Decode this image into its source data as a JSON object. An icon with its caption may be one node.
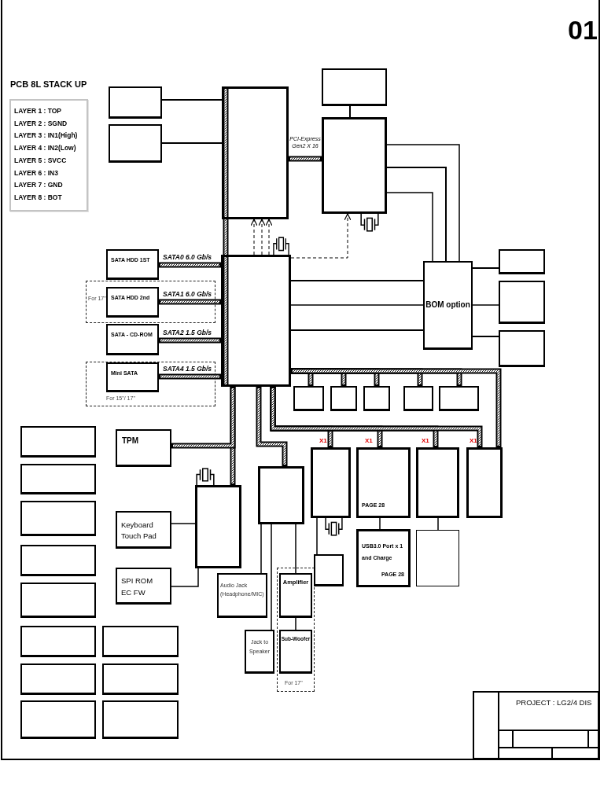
{
  "diagram": {
    "nodes": [
      {
        "text": [
          "PCB 8L STACK UP",
          "LAYER 1 : TOP",
          "LAYER 2 : SGND",
          "LAYER 3 : IN1(High)",
          "LAYER 4 : IN2(Low)",
          "LAYER 5 : SVCC",
          "LAYER 6 : IN3",
          "LAYER 7 : GND",
          "LAYER 8 : BOT"
        ]
      },
      {
        "text": [],
        "shape": "box"
      },
      {
        "text": [],
        "shape": "box"
      },
      {
        "text": [],
        "shape": "box"
      },
      {
        "text": [],
        "shape": "box"
      },
      {
        "text": [],
        "shape": "box"
      },
      {
        "text": [
          "SATA HDD 1ST"
        ]
      },
      {
        "text": [
          "For 17\""
        ]
      },
      {
        "text": [
          "SATA HDD 2nd"
        ],
        "in": 7
      },
      {
        "text": [
          "SATA - CD-ROM"
        ]
      },
      {
        "text": [
          "For 15\"/ 17\""
        ]
      },
      {
        "text": [
          "Mini SATA"
        ],
        "in": 10
      },
      {
        "text": [],
        "shape": "box"
      },
      {
        "text": [
          "BOM option"
        ]
      },
      {
        "text": [],
        "shape": "box"
      },
      {
        "text": [],
        "shape": "box"
      },
      {
        "text": [],
        "shape": "box"
      },
      {
        "text": [],
        "shape": "box"
      },
      {
        "text": [],
        "shape": "box"
      },
      {
        "text": [],
        "shape": "box"
      },
      {
        "text": [],
        "shape": "box"
      },
      {
        "text": [],
        "shape": "box"
      },
      {
        "text": [
          "TPM"
        ]
      },
      {
        "text": [],
        "shape": "box"
      },
      {
        "text": [
          "Keyboard Touch Pad"
        ]
      },
      {
        "text": [
          "SPI ROM EC FW"
        ]
      },
      {
        "text": [],
        "shape": "box"
      },
      {
        "text": [
          "Audio Jack (Headphone/MIC)"
        ]
      },
      {
        "text": [
          "Jack to Speaker"
        ]
      },
      {
        "text": [
          "For 17\""
        ]
      },
      {
        "text": [
          "Amplifier"
        ],
        "in": 29
      },
      {
        "text": [
          "Sub-Woofer"
        ],
        "in": 29
      },
      {
        "text": [],
        "shape": "box",
        "beside": [
          "X1"
        ]
      },
      {
        "text": [
          "PAGE 28"
        ],
        "beside": [
          "X1"
        ]
      },
      {
        "text": [],
        "shape": "box",
        "beside": [
          "X1"
        ]
      },
      {
        "text": [],
        "shape": "box",
        "beside": [
          "X1"
        ]
      },
      {
        "text": [],
        "shape": "box"
      },
      {
        "text": [
          "USB3.0 Port x 1 and Charge",
          "PAGE 28"
        ]
      },
      {
        "text": [],
        "shape": "box"
      },
      {
        "text": [],
        "shape": "box"
      },
      {
        "text": [],
        "shape": "box"
      },
      {
        "text": [],
        "shape": "box"
      },
      {
        "text": [],
        "shape": "box"
      },
      {
        "text": [],
        "shape": "box"
      },
      {
        "text": [],
        "shape": "box"
      },
      {
        "text": [],
        "shape": "box"
      },
      {
        "text": [],
        "shape": "box"
      },
      {
        "text": [],
        "shape": "box"
      },
      {
        "text": [],
        "shape": "box"
      },
      {
        "text": [],
        "shape": "box"
      },
      {
        "text": [
          "PROJECT : LG2/4 DIS"
        ]
      }
    ],
    "edges": [
      {
        "from": 1,
        "to": 3,
        "arrow": "none"
      },
      {
        "from": 2,
        "to": 3,
        "arrow": "none"
      },
      {
        "from": 3,
        "to": 5,
        "arrow": "none",
        "style": "thick",
        "label": "PCI-Express Gen2 X 16"
      },
      {
        "from": 4,
        "to": 5,
        "arrow": "none"
      },
      {
        "from": 3,
        "to": 12,
        "arrow": "none",
        "style": "thick"
      },
      {
        "from": 12,
        "to": 3,
        "arrow": "to",
        "style": "dashed"
      },
      {
        "from": 12,
        "to": 3,
        "arrow": "to",
        "style": "dashed"
      },
      {
        "from": 12,
        "to": 3,
        "arrow": "to",
        "style": "dashed"
      },
      {
        "from": 12,
        "to": 5,
        "arrow": "to",
        "style": "dashed"
      },
      {
        "from": 6,
        "to": 12,
        "arrow": "none",
        "style": "thick",
        "label": "SATA0 6.0 Gb/s"
      },
      {
        "from": 8,
        "to": 12,
        "arrow": "none",
        "style": "thick",
        "label": "SATA1 6.0 Gb/s"
      },
      {
        "from": 9,
        "to": 12,
        "arrow": "none",
        "style": "thick",
        "label": "SATA2 1.5 Gb/s"
      },
      {
        "from": 11,
        "to": 12,
        "arrow": "none",
        "style": "thick",
        "label": "SATA4 1.5 Gb/s"
      },
      {
        "from": 12,
        "to": 13,
        "arrow": "none"
      },
      {
        "from": 12,
        "to": 13,
        "arrow": "none"
      },
      {
        "from": 12,
        "to": 13,
        "arrow": "none"
      },
      {
        "from": 5,
        "to": 13,
        "arrow": "none"
      },
      {
        "from": 5,
        "to": 13,
        "arrow": "none"
      },
      {
        "from": 5,
        "to": 13,
        "arrow": "none"
      },
      {
        "from": 13,
        "to": 14,
        "arrow": "none"
      },
      {
        "from": 13,
        "to": 15,
        "arrow": "none"
      },
      {
        "from": 13,
        "to": 16,
        "arrow": "none"
      },
      {
        "from": 12,
        "to": 17,
        "arrow": "none",
        "style": "thick"
      },
      {
        "from": 12,
        "to": 18,
        "arrow": "none",
        "style": "thick"
      },
      {
        "from": 12,
        "to": 19,
        "arrow": "none",
        "style": "thick"
      },
      {
        "from": 12,
        "to": 20,
        "arrow": "none",
        "style": "thick"
      },
      {
        "from": 12,
        "to": 21,
        "arrow": "none",
        "style": "thick"
      },
      {
        "from": 12,
        "to": 35,
        "arrow": "none",
        "style": "thick"
      },
      {
        "from": 12,
        "to": 23,
        "arrow": "none",
        "style": "thick"
      },
      {
        "from": 12,
        "to": 22,
        "arrow": "none",
        "style": "thick"
      },
      {
        "from": 12,
        "to": 26,
        "arrow": "none",
        "style": "thick"
      },
      {
        "from": 12,
        "to": 32,
        "arrow": "none",
        "style": "thick"
      },
      {
        "from": 12,
        "to": 33,
        "arrow": "none",
        "style": "thick"
      },
      {
        "from": 12,
        "to": 34,
        "arrow": "none",
        "style": "thick"
      },
      {
        "from": 12,
        "to": 35,
        "arrow": "none",
        "style": "thick"
      },
      {
        "from": 32,
        "to": 36,
        "arrow": "none"
      },
      {
        "from": 33,
        "to": 37,
        "arrow": "none"
      },
      {
        "from": 34,
        "to": 38,
        "arrow": "none"
      },
      {
        "from": 24,
        "to": 23,
        "arrow": "none"
      },
      {
        "from": 25,
        "to": 23,
        "arrow": "none"
      },
      {
        "from": 26,
        "to": 27,
        "arrow": "none"
      },
      {
        "from": 26,
        "to": 28,
        "arrow": "none"
      },
      {
        "from": 26,
        "to": 30,
        "arrow": "none"
      },
      {
        "from": 30,
        "to": 31,
        "arrow": "none"
      }
    ],
    "labels": [
      "01"
    ]
  }
}
